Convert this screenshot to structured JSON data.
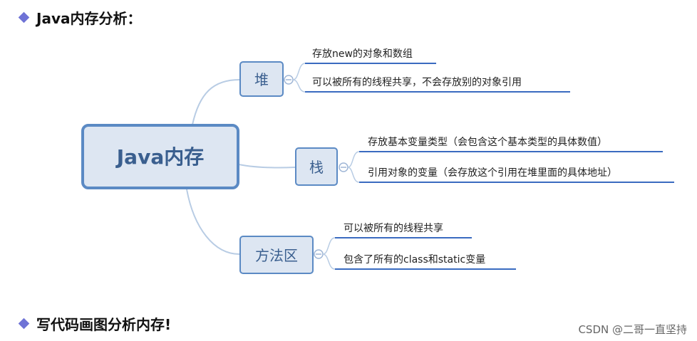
{
  "heading_top": "Java内存分析：",
  "heading_bottom": "写代码画图分析内存!",
  "watermark": "CSDN @二哥一直坚持",
  "mindmap": {
    "root": "Java内存",
    "branches": [
      {
        "label": "堆",
        "leaves": [
          "存放new的对象和数组",
          "可以被所有的线程共享，不会存放别的对象引用"
        ]
      },
      {
        "label": "栈",
        "leaves": [
          "存放基本变量类型（会包含这个基本类型的具体数值）",
          "引用对象的变量（会存放这个引用在堆里面的具体地址）"
        ]
      },
      {
        "label": "方法区",
        "leaves": [
          "可以被所有的线程共享",
          "包含了所有的class和static变量"
        ]
      }
    ]
  },
  "colors": {
    "accent": "#6f73d6",
    "node_border": "#5b8ac4",
    "node_fill": "#dde6f2",
    "connector": "#b8cce4",
    "underline": "#3a6bc0"
  }
}
